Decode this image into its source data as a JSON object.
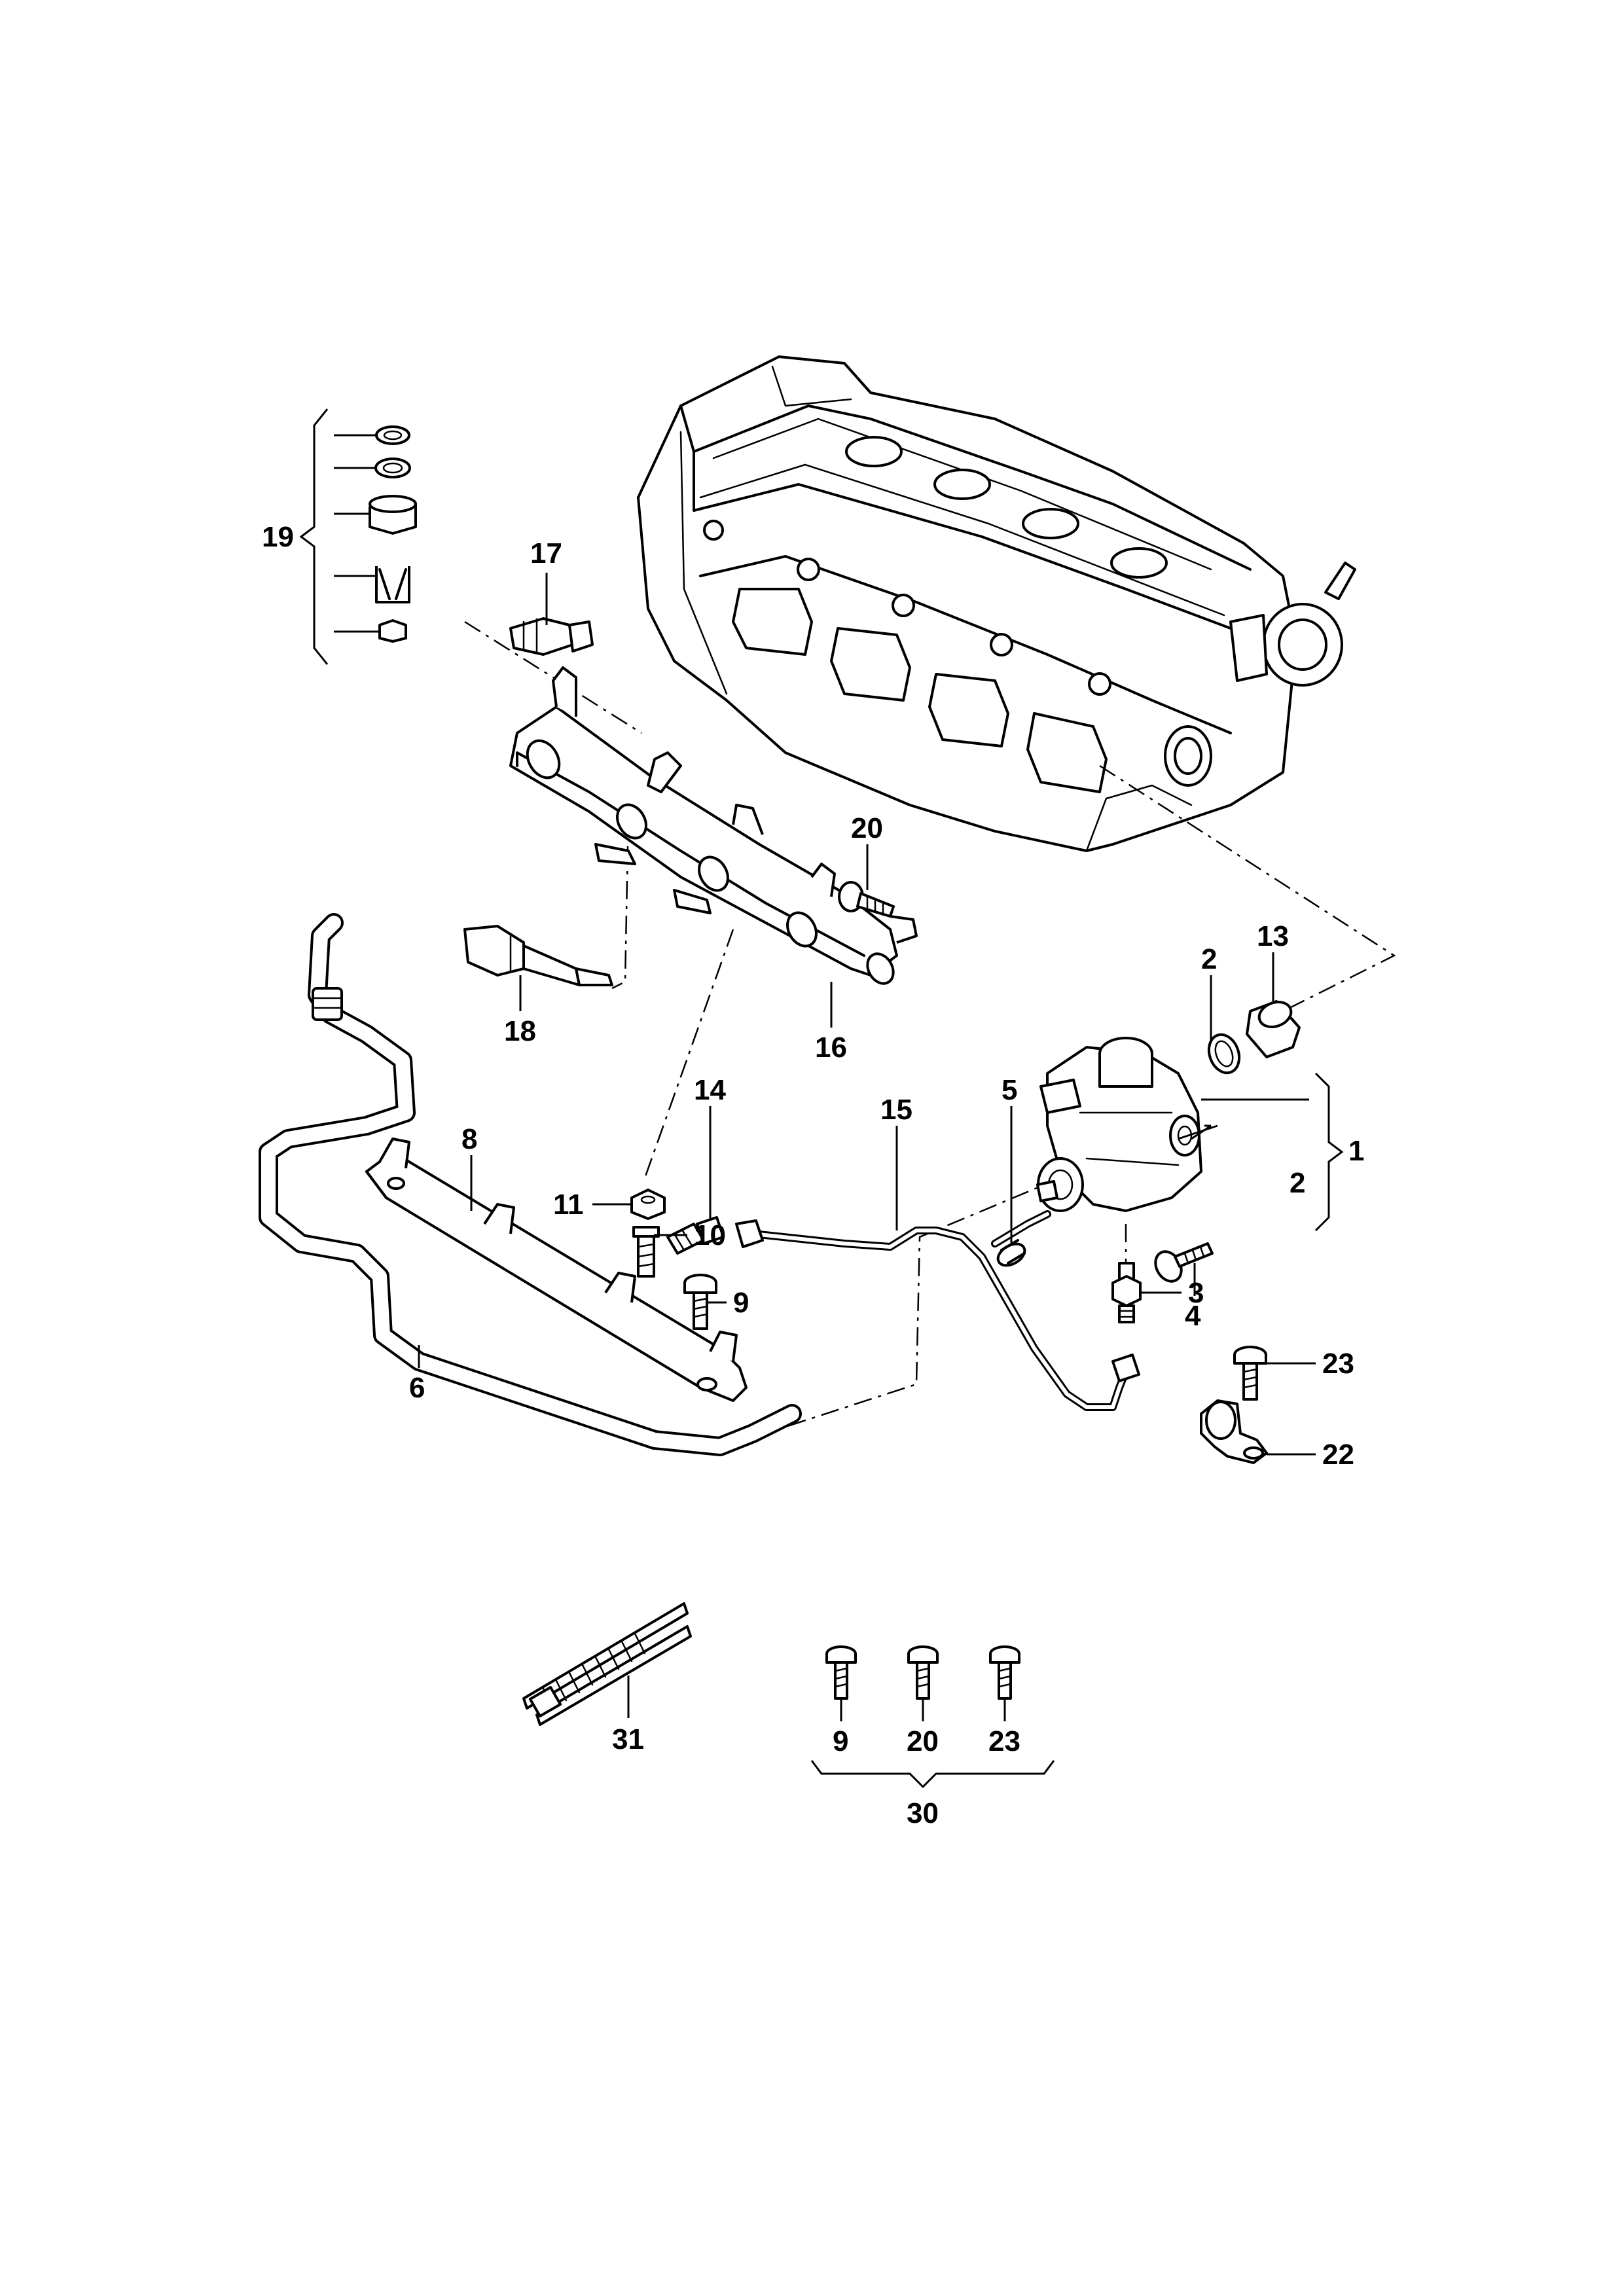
{
  "labels": {
    "l1": "1",
    "l2a": "2",
    "l2b": "2",
    "l3": "3",
    "l4": "4",
    "l5": "5",
    "l6": "6",
    "l8": "8",
    "l9a": "9",
    "l9b": "9",
    "l10": "10",
    "l11": "11",
    "l13": "13",
    "l14": "14",
    "l15": "15",
    "l16": "16",
    "l17": "17",
    "l18": "18",
    "l19": "19",
    "l20a": "20",
    "l20b": "20",
    "l22": "22",
    "l23a": "23",
    "l23b": "23",
    "l30": "30",
    "l31": "31"
  }
}
